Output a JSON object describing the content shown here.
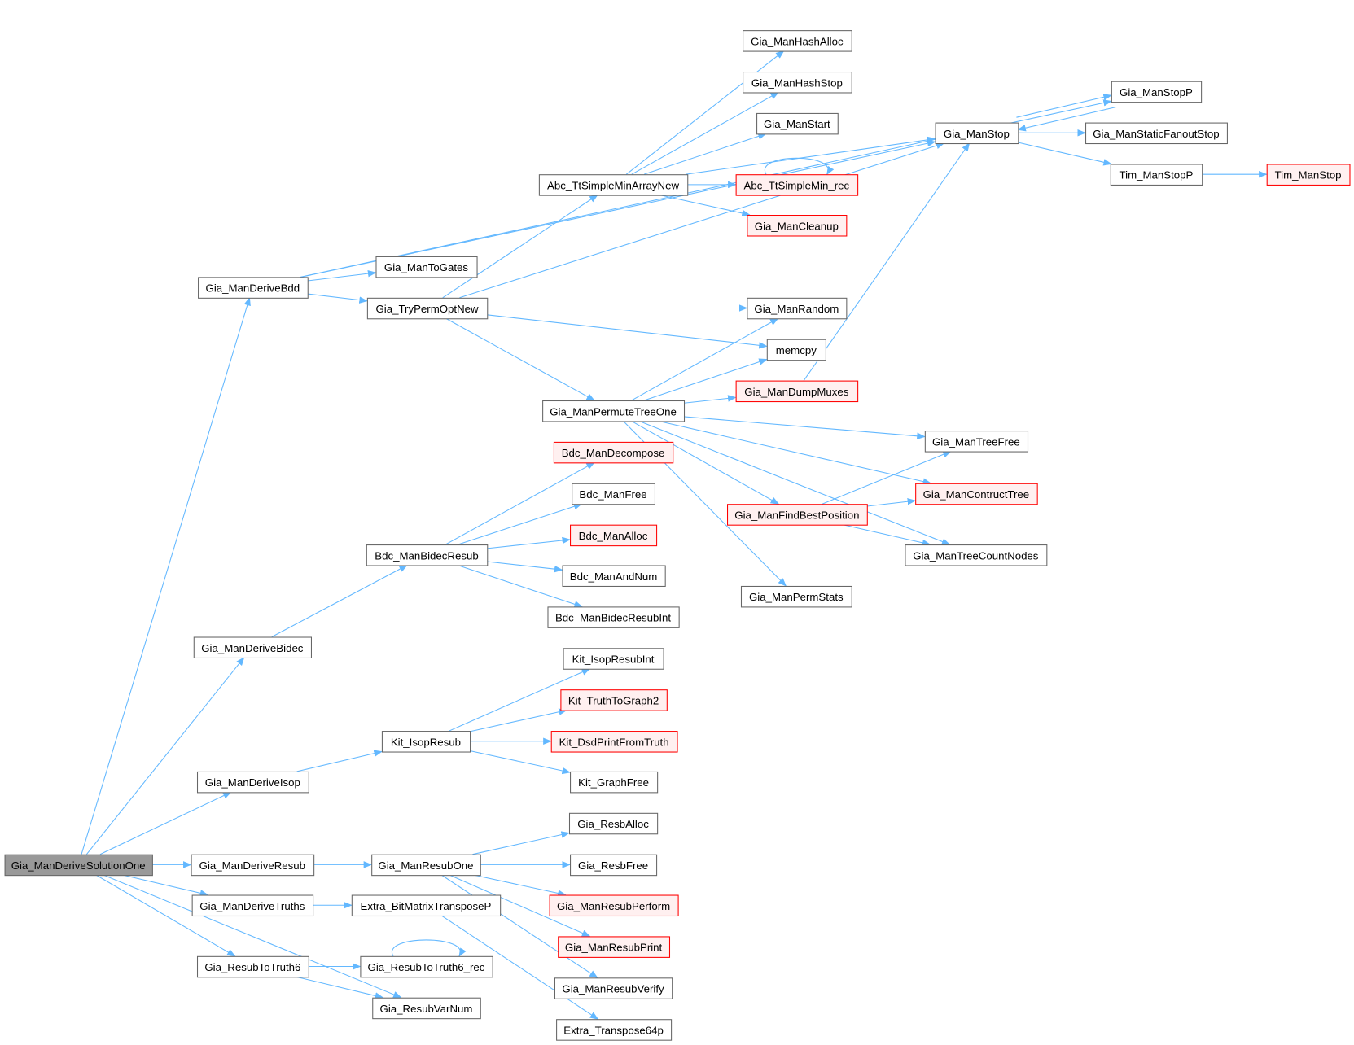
{
  "colors": {
    "edge": "#63b8ff",
    "node_border": "#666666",
    "truncated_border": "#ff0000",
    "truncated_fill": "#fff0f0",
    "root_fill": "#999999"
  },
  "nodes": [
    {
      "id": "n1",
      "label": "Gia_ManDeriveSolutionOne",
      "style": "root"
    },
    {
      "id": "n2",
      "label": "Gia_ManDeriveBdd",
      "style": "normal"
    },
    {
      "id": "n3",
      "label": "Gia_ManDeriveBidec",
      "style": "normal"
    },
    {
      "id": "n4",
      "label": "Gia_ManDeriveIsop",
      "style": "normal"
    },
    {
      "id": "n5",
      "label": "Gia_ManDeriveResub",
      "style": "normal"
    },
    {
      "id": "n6",
      "label": "Gia_ManDeriveTruths",
      "style": "normal"
    },
    {
      "id": "n7",
      "label": "Gia_ResubToTruth6",
      "style": "normal"
    },
    {
      "id": "n8",
      "label": "Gia_ManToGates",
      "style": "normal"
    },
    {
      "id": "n9",
      "label": "Gia_TryPermOptNew",
      "style": "normal"
    },
    {
      "id": "n10",
      "label": "Bdc_ManBidecResub",
      "style": "normal"
    },
    {
      "id": "n11",
      "label": "Kit_IsopResub",
      "style": "normal"
    },
    {
      "id": "n12",
      "label": "Gia_ManResubOne",
      "style": "normal"
    },
    {
      "id": "n13",
      "label": "Extra_BitMatrixTransposeP",
      "style": "normal"
    },
    {
      "id": "n14",
      "label": "Gia_ResubToTruth6_rec",
      "style": "normal"
    },
    {
      "id": "n15",
      "label": "Gia_ResubVarNum",
      "style": "normal"
    },
    {
      "id": "n16",
      "label": "Abc_TtSimpleMinArrayNew",
      "style": "normal"
    },
    {
      "id": "n17",
      "label": "Gia_ManPermuteTreeOne",
      "style": "normal"
    },
    {
      "id": "n18",
      "label": "Gia_ManHashAlloc",
      "style": "normal"
    },
    {
      "id": "n19",
      "label": "Gia_ManHashStop",
      "style": "normal"
    },
    {
      "id": "n20",
      "label": "Gia_ManStart",
      "style": "normal"
    },
    {
      "id": "n21",
      "label": "Abc_TtSimpleMin_rec",
      "style": "red"
    },
    {
      "id": "n22",
      "label": "Gia_ManCleanup",
      "style": "red"
    },
    {
      "id": "n23",
      "label": "Gia_ManRandom",
      "style": "normal"
    },
    {
      "id": "n24",
      "label": "memcpy",
      "style": "normal"
    },
    {
      "id": "n25",
      "label": "Gia_ManDumpMuxes",
      "style": "red"
    },
    {
      "id": "n26",
      "label": "Bdc_ManDecompose",
      "style": "red"
    },
    {
      "id": "n27",
      "label": "Bdc_ManFree",
      "style": "normal"
    },
    {
      "id": "n28",
      "label": "Bdc_ManAlloc",
      "style": "red"
    },
    {
      "id": "n29",
      "label": "Bdc_ManAndNum",
      "style": "normal"
    },
    {
      "id": "n30",
      "label": "Bdc_ManBidecResubInt",
      "style": "normal"
    },
    {
      "id": "n31",
      "label": "Kit_IsopResubInt",
      "style": "normal"
    },
    {
      "id": "n32",
      "label": "Kit_TruthToGraph2",
      "style": "red"
    },
    {
      "id": "n33",
      "label": "Kit_DsdPrintFromTruth",
      "style": "red"
    },
    {
      "id": "n34",
      "label": "Kit_GraphFree",
      "style": "normal"
    },
    {
      "id": "n35",
      "label": "Gia_ResbAlloc",
      "style": "normal"
    },
    {
      "id": "n36",
      "label": "Gia_ResbFree",
      "style": "normal"
    },
    {
      "id": "n37",
      "label": "Gia_ManResubPerform",
      "style": "red"
    },
    {
      "id": "n38",
      "label": "Gia_ManResubPrint",
      "style": "red"
    },
    {
      "id": "n39",
      "label": "Gia_ManResubVerify",
      "style": "normal"
    },
    {
      "id": "n40",
      "label": "Extra_Transpose64p",
      "style": "normal"
    },
    {
      "id": "n41",
      "label": "Gia_ManStop",
      "style": "normal"
    },
    {
      "id": "n42",
      "label": "Gia_ManStopP",
      "style": "normal"
    },
    {
      "id": "n43",
      "label": "Gia_ManStaticFanoutStop",
      "style": "normal"
    },
    {
      "id": "n44",
      "label": "Tim_ManStopP",
      "style": "normal"
    },
    {
      "id": "n45",
      "label": "Tim_ManStop",
      "style": "red"
    },
    {
      "id": "n46",
      "label": "Gia_ManTreeFree",
      "style": "normal"
    },
    {
      "id": "n47",
      "label": "Gia_ManContructTree",
      "style": "red"
    },
    {
      "id": "n48",
      "label": "Gia_ManFindBestPosition",
      "style": "red"
    },
    {
      "id": "n49",
      "label": "Gia_ManTreeCountNodes",
      "style": "normal"
    },
    {
      "id": "n50",
      "label": "Gia_ManPermStats",
      "style": "normal"
    }
  ],
  "edges": [
    [
      "n1",
      "n2"
    ],
    [
      "n1",
      "n3"
    ],
    [
      "n1",
      "n4"
    ],
    [
      "n1",
      "n5"
    ],
    [
      "n1",
      "n6"
    ],
    [
      "n1",
      "n7"
    ],
    [
      "n1",
      "n15"
    ],
    [
      "n2",
      "n8"
    ],
    [
      "n2",
      "n9"
    ],
    [
      "n2",
      "n41"
    ],
    [
      "n2",
      "n42"
    ],
    [
      "n9",
      "n16"
    ],
    [
      "n9",
      "n23"
    ],
    [
      "n9",
      "n24"
    ],
    [
      "n9",
      "n17"
    ],
    [
      "n9",
      "n41"
    ],
    [
      "n16",
      "n18"
    ],
    [
      "n16",
      "n19"
    ],
    [
      "n16",
      "n20"
    ],
    [
      "n16",
      "n21"
    ],
    [
      "n16",
      "n22"
    ],
    [
      "n16",
      "n41"
    ],
    [
      "n21",
      "n21"
    ],
    [
      "n17",
      "n23"
    ],
    [
      "n17",
      "n24"
    ],
    [
      "n17",
      "n25"
    ],
    [
      "n17",
      "n46"
    ],
    [
      "n17",
      "n47"
    ],
    [
      "n17",
      "n48"
    ],
    [
      "n17",
      "n49"
    ],
    [
      "n17",
      "n50"
    ],
    [
      "n25",
      "n41"
    ],
    [
      "n48",
      "n46"
    ],
    [
      "n48",
      "n47"
    ],
    [
      "n48",
      "n49"
    ],
    [
      "n41",
      "n42"
    ],
    [
      "n41",
      "n43"
    ],
    [
      "n41",
      "n44"
    ],
    [
      "n42",
      "n41"
    ],
    [
      "n44",
      "n45"
    ],
    [
      "n3",
      "n10"
    ],
    [
      "n10",
      "n26"
    ],
    [
      "n10",
      "n27"
    ],
    [
      "n10",
      "n28"
    ],
    [
      "n10",
      "n29"
    ],
    [
      "n10",
      "n30"
    ],
    [
      "n4",
      "n11"
    ],
    [
      "n11",
      "n31"
    ],
    [
      "n11",
      "n32"
    ],
    [
      "n11",
      "n33"
    ],
    [
      "n11",
      "n34"
    ],
    [
      "n5",
      "n12"
    ],
    [
      "n12",
      "n35"
    ],
    [
      "n12",
      "n36"
    ],
    [
      "n12",
      "n37"
    ],
    [
      "n12",
      "n38"
    ],
    [
      "n12",
      "n39"
    ],
    [
      "n6",
      "n13"
    ],
    [
      "n13",
      "n40"
    ],
    [
      "n7",
      "n14"
    ],
    [
      "n7",
      "n15"
    ],
    [
      "n14",
      "n14"
    ]
  ]
}
